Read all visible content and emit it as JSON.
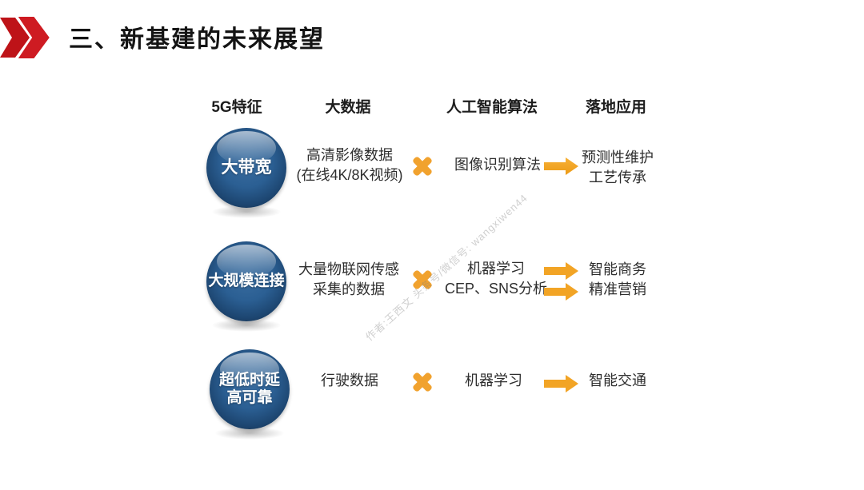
{
  "title": {
    "text": "三、新基建的未来展望"
  },
  "watermark": "作者:王西文 头条号/微信号: wangxiwen44",
  "columns": {
    "c1": "5G特征",
    "c2": "大数据",
    "c3": "人工智能算法",
    "c4": "落地应用"
  },
  "rows": [
    {
      "feature": [
        "大带宽"
      ],
      "data": [
        "高清影像数据",
        "(在线4K/8K视频)"
      ],
      "algorithm": [
        "图像识别算法"
      ],
      "application": [
        "预测性维护",
        "工艺传承"
      ]
    },
    {
      "feature": [
        "大规模连接"
      ],
      "data": [
        "大量物联网传感",
        "采集的数据"
      ],
      "algorithm": [
        "机器学习",
        "CEP、SNS分析"
      ],
      "application": [
        "智能商务",
        "精准营销"
      ]
    },
    {
      "feature": [
        "超低时延",
        "高可靠"
      ],
      "data": [
        "行驶数据"
      ],
      "algorithm": [
        "机器学习"
      ],
      "application": [
        "智能交通"
      ]
    }
  ],
  "icons": {
    "header": "double-chevron-right-icon",
    "operator": "multiply-icon",
    "flow": "arrow-right-icon"
  },
  "colors": {
    "accent_red": "#C2151B",
    "sphere_blue": "#2B5F93",
    "sphere_rim": "#132F4F",
    "orange": "#F1A22E",
    "title_text": "#141414",
    "body_text": "#2E2E2E"
  }
}
